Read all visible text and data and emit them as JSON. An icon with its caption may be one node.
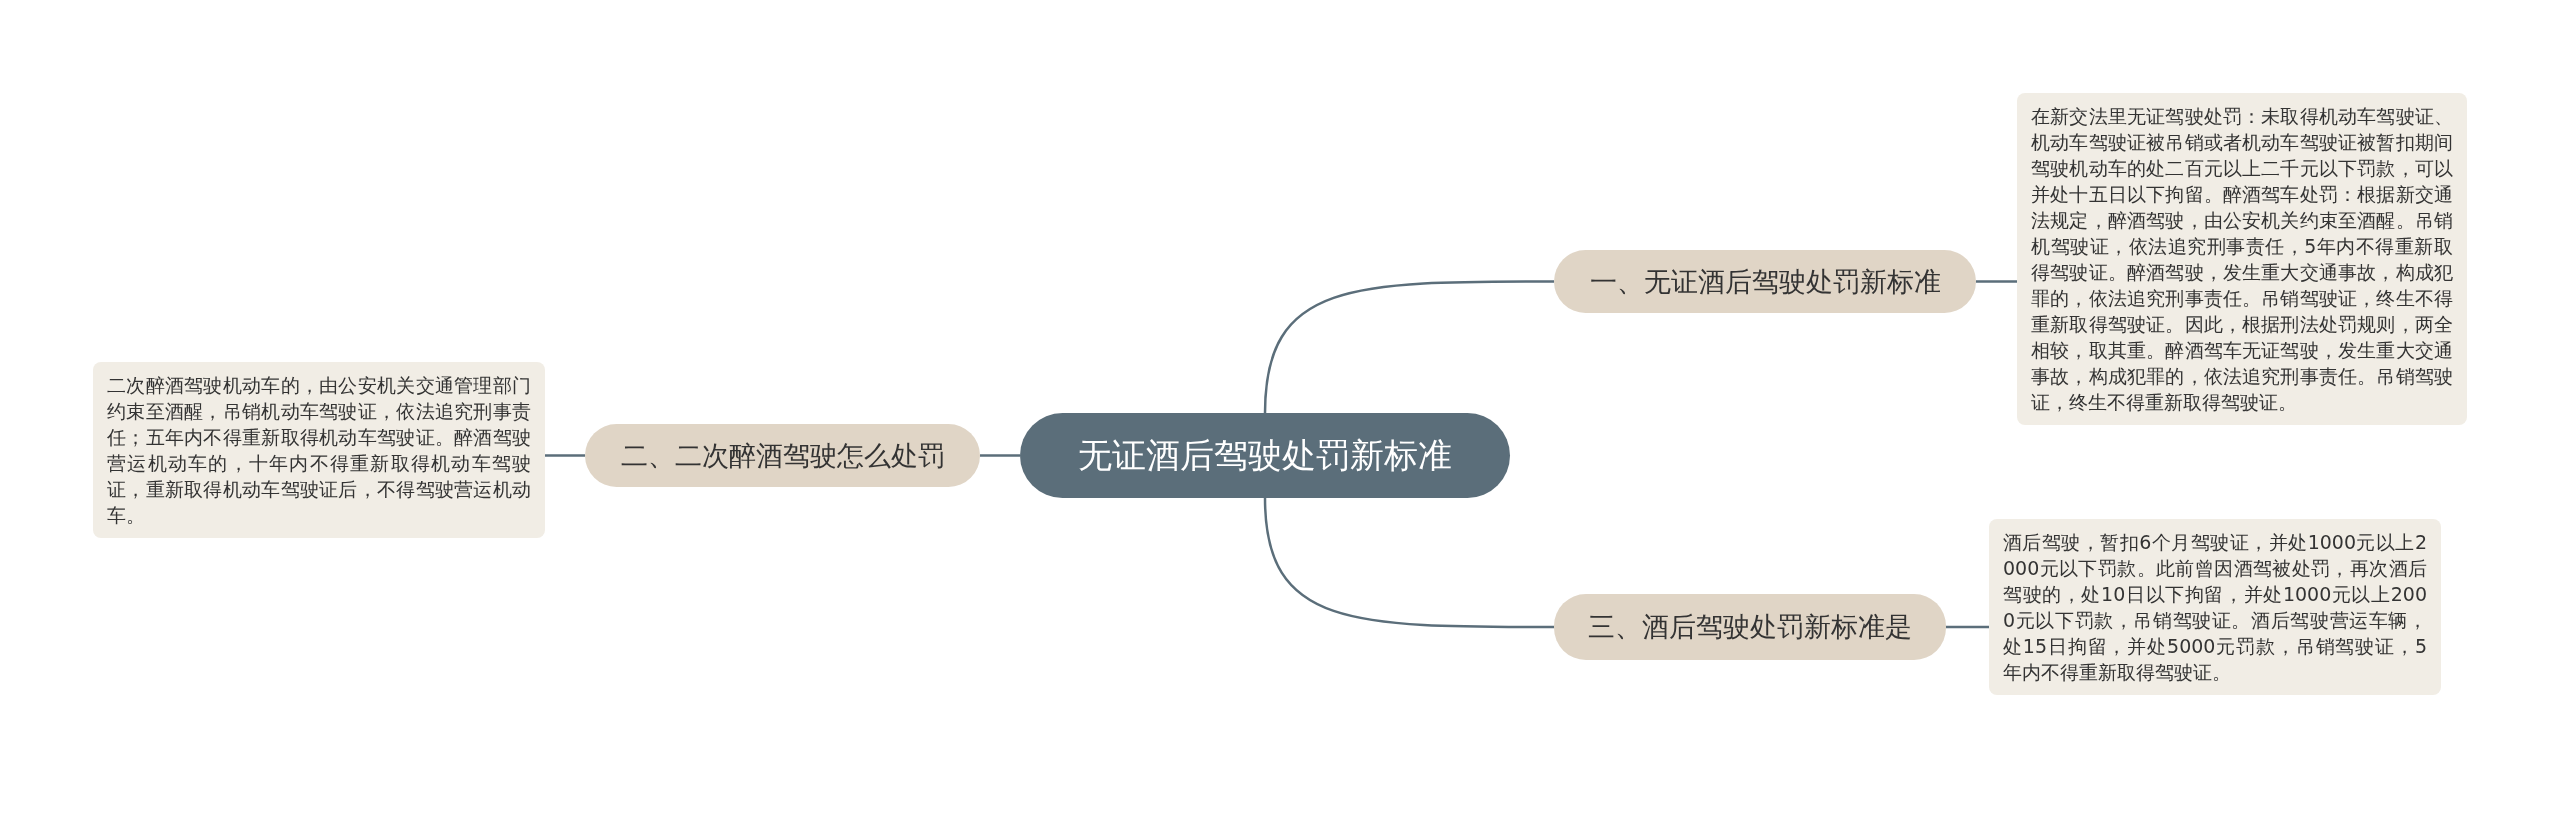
{
  "diagram": {
    "nodes": [
      {
        "text": [
          "无证酒后驾驶处罚新标准"
        ]
      },
      {
        "text": [
          "一、无证酒后驾驶处罚新标准"
        ]
      },
      {
        "text": [
          "在新交法里无证驾驶处罚：未取得机动车驾驶证、机动车驾驶证被吊销或者机动车驾驶证被暂扣期间驾驶机动车的处二百元以上二千元以下罚款，可以并处十五日以下拘留。醉酒驾车处罚：根据新交通法规定，醉酒驾驶，由公安机关约束至酒醒。吊销机驾驶证，依法追究刑事责任，5年内不得重新取得驾驶证。醉酒驾驶，发生重大交通事故，构成犯罪的，依法追究刑事责任。吊销驾驶证，终生不得重新取得驾驶证。因此，根据刑法处罚规则，两全相较，取其重。醉酒驾车无证驾驶，发生重大交通事故，构成犯罪的，依法追究刑事责任。吊销驾驶证，终生不得重新取得驾驶证。"
        ]
      },
      {
        "text": [
          "二、二次醉酒驾驶怎么处罚"
        ]
      },
      {
        "text": [
          "二次醉酒驾驶机动车的，由公安机关交通管理部门约束至酒醒，吊销机动车驾驶证，依法追究刑事责任；五年内不得重新取得机动车驾驶证。醉酒驾驶营运机动车的，十年内不得重新取得机动车驾驶证，重新取得机动车驾驶证后，不得驾驶营运机动车。"
        ]
      },
      {
        "text": [
          "三、酒后驾驶处罚新标准是"
        ]
      },
      {
        "text": [
          "酒后驾驶，暂扣6个月驾驶证，并处1000元以上2000元以下罚款。此前曾因酒驾被处罚，再次酒后驾驶的，处10日以下拘留，并处1000元以上2000元以下罚款，吊销驾驶证。酒后驾驶营运车辆，处15日拘留，并处5000元罚款，吊销驾驶证，5年内不得重新取得驾驶证。"
        ]
      }
    ],
    "edges": [
      {
        "from": 0,
        "to": 1,
        "arrow": "none"
      },
      {
        "from": 1,
        "to": 2,
        "arrow": "none"
      },
      {
        "from": 0,
        "to": 3,
        "arrow": "none"
      },
      {
        "from": 3,
        "to": 4,
        "arrow": "none"
      },
      {
        "from": 0,
        "to": 5,
        "arrow": "none"
      },
      {
        "from": 5,
        "to": 6,
        "arrow": "none"
      }
    ]
  }
}
